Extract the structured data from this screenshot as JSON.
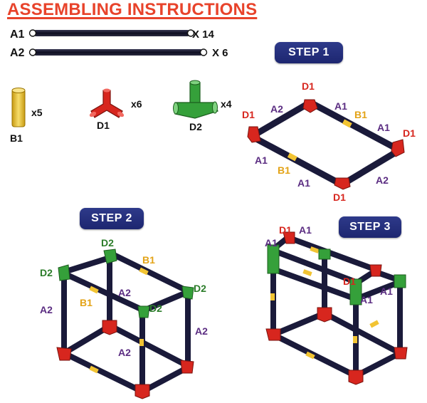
{
  "title": "ASSEMBLING INSTRUCTIONS",
  "colors": {
    "title": "#e8432b",
    "rod": "#1a1a3a",
    "connector_d1": "#d7261e",
    "connector_d2": "#35a03a",
    "bead_b1": "#f2c433",
    "badge": "#24308a"
  },
  "parts": {
    "rod_a1": {
      "label": "A1",
      "count": "X 14"
    },
    "rod_a2": {
      "label": "A2",
      "count": "X 6"
    },
    "b1": {
      "label": "B1",
      "count": "x5"
    },
    "d1": {
      "label": "D1",
      "count": "x6"
    },
    "d2": {
      "label": "D2",
      "count": "x4"
    }
  },
  "steps": {
    "step1": {
      "label": "STEP 1"
    },
    "step2": {
      "label": "STEP 2"
    },
    "step3": {
      "label": "STEP 3"
    }
  },
  "step1_labels": {
    "d1_top": "D1",
    "d1_left": "D1",
    "d1_right": "D1",
    "d1_bottom": "D1",
    "a2_top_left": "A2",
    "a1_top_right": "A1",
    "b1_top_right": "B1",
    "a1_right": "A1",
    "a1_left": "A1",
    "b1_left": "B1",
    "a1_bottom_left": "A1",
    "a2_bottom_right": "A2"
  },
  "step2_labels": {
    "d2_top": "D2",
    "b1_top": "B1",
    "d2_left": "D2",
    "d2_right": "D2",
    "a2_middle": "A2",
    "d2_middle": "D2",
    "a2_left": "A2",
    "b1_middle": "B1",
    "a2_right": "A2",
    "a2_bottom": "A2"
  },
  "step3_labels": {
    "d1_top": "D1",
    "a1_top": "A1",
    "a1_left": "A1",
    "d1_middle": "D1",
    "a1_right": "A1",
    "a1_right_lower": "A1"
  }
}
